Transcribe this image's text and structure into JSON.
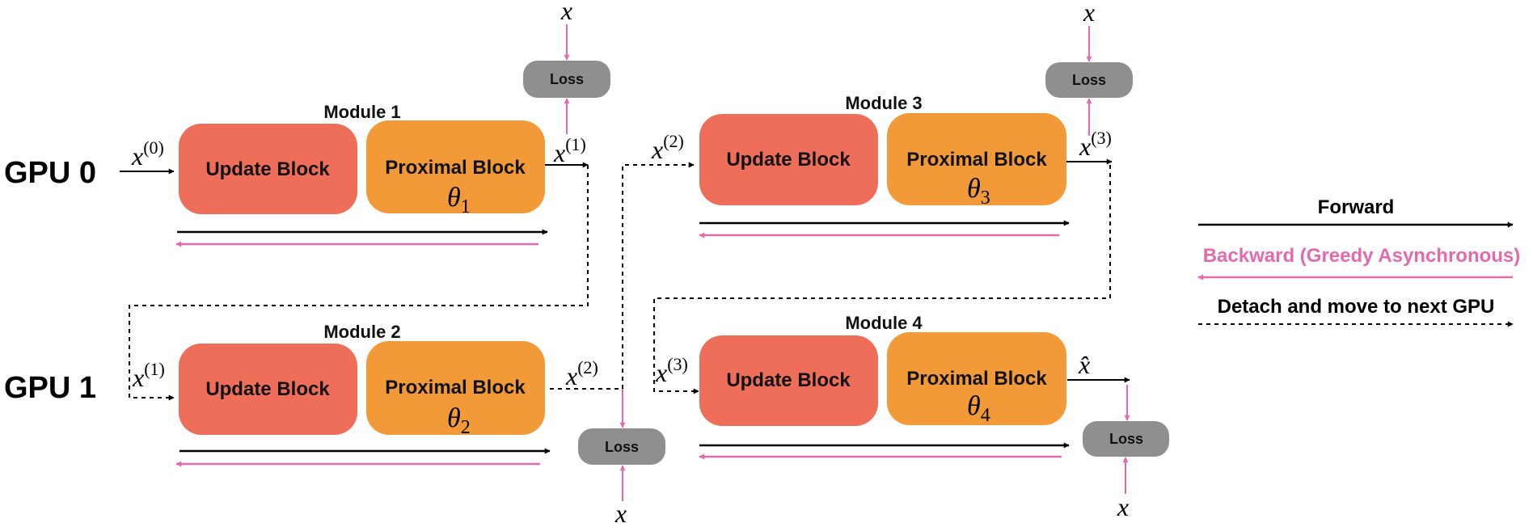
{
  "gpus": [
    "GPU 0",
    "GPU 1"
  ],
  "modules": [
    {
      "label": "Module 1",
      "update": "Update Block",
      "proximal": "Proximal Block",
      "theta": "θ",
      "sub": "1"
    },
    {
      "label": "Module 2",
      "update": "Update Block",
      "proximal": "Proximal Block",
      "theta": "θ",
      "sub": "2"
    },
    {
      "label": "Module 3",
      "update": "Update Block",
      "proximal": "Proximal Block",
      "theta": "θ",
      "sub": "3"
    },
    {
      "label": "Module 4",
      "update": "Update Block",
      "proximal": "Proximal Block",
      "theta": "θ",
      "sub": "4"
    }
  ],
  "loss_label": "Loss",
  "vars": {
    "x": "x",
    "x0_sup": "(0)",
    "x1_sup": "(1)",
    "x2_sup": "(2)",
    "x3_sup": "(3)",
    "xhat": "x̂"
  },
  "legend": {
    "forward": "Forward",
    "backward": "Backward (Greedy Asynchronous)",
    "detach": "Detach and move to next GPU"
  },
  "colors": {
    "update_block": "#EE6E5A",
    "proximal_block": "#F29A38",
    "loss_block": "#8F8F8F",
    "backward": "#E36AAD",
    "forward": "#000000"
  }
}
